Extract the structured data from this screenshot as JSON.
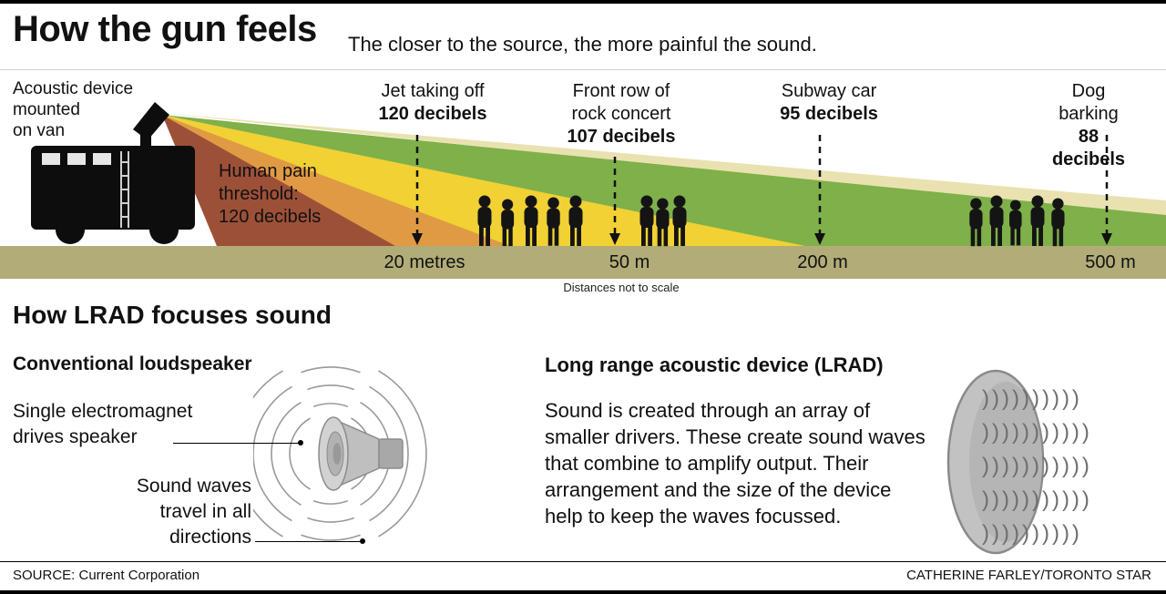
{
  "colors": {
    "beam_red": "#9d5038",
    "beam_orange": "#e09a44",
    "beam_yellow": "#f1d134",
    "beam_green": "#7fb04a",
    "beam_pale": "#e9e2b0",
    "ground": "#b1ac78"
  },
  "header": {
    "title": "How the gun feels",
    "subtitle": "The closer to the source, the more painful the sound."
  },
  "sound_chart": {
    "device_label": "Acoustic device\nmounted\non van",
    "pain_threshold": "Human pain\nthreshold:\n120 decibels",
    "markers": [
      {
        "name": "Jet taking off",
        "level": "120 decibels",
        "distance": "20 metres"
      },
      {
        "name": "Front row of\nrock concert",
        "level": "107 decibels",
        "distance": "50 m"
      },
      {
        "name": "Subway car",
        "level": "95 decibels",
        "distance": "200 m"
      },
      {
        "name": "Dog barking",
        "level": "88 decibels",
        "distance": "500 m"
      }
    ],
    "footnote": "Distances not to scale"
  },
  "lrad_section": {
    "heading": "How LRAD focuses sound",
    "loudspeaker": {
      "heading": "Conventional loudspeaker",
      "label_electromagnet": "Single electromagnet\ndrives speaker",
      "label_waves": "Sound waves\ntravel in all\ndirections"
    },
    "lrad": {
      "heading": "Long range acoustic device (LRAD)",
      "body": "Sound is created through an array of smaller drivers. These create sound waves that combine to amplify output. Their arrangement and the size of the device help to keep the waves focussed.",
      "waves": [
        "))))))))))",
        ")))))))))))",
        ")))))))))))",
        ")))))))))))",
        "))))))))))"
      ]
    }
  },
  "footer": {
    "source": "SOURCE: Current Corporation",
    "credit": "CATHERINE FARLEY/TORONTO STAR"
  }
}
